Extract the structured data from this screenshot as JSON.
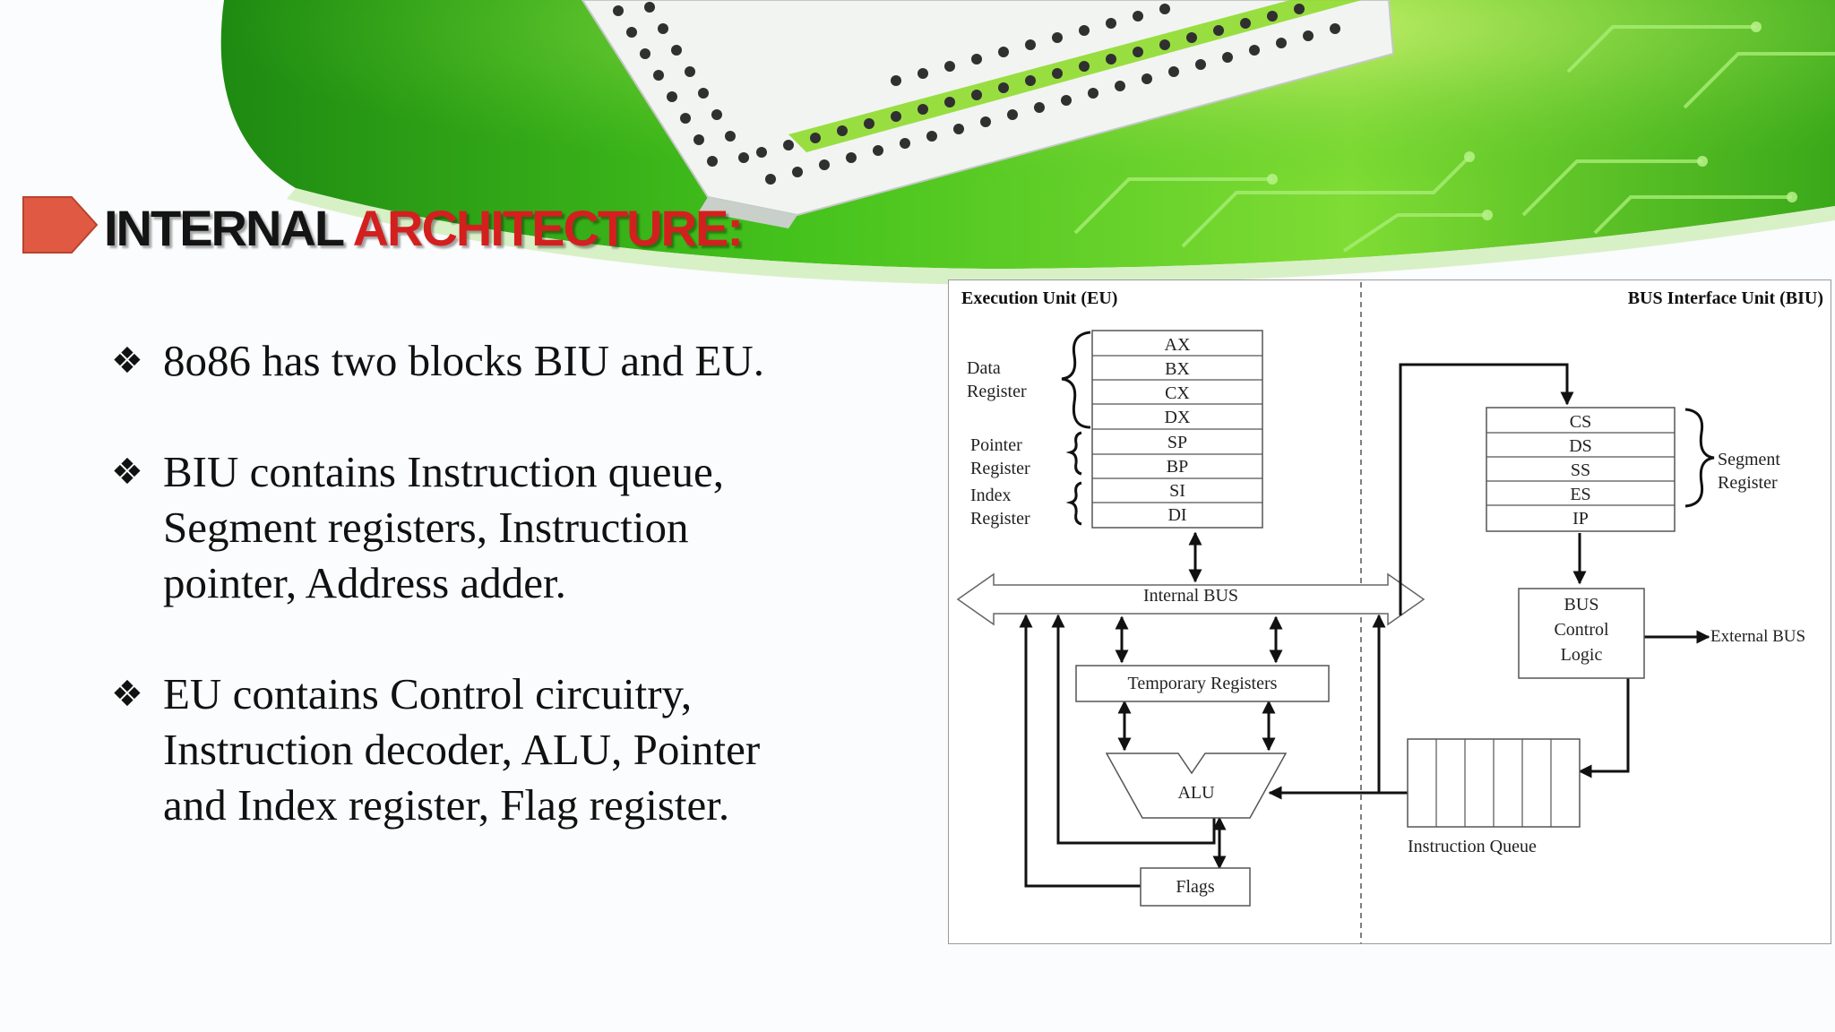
{
  "slide": {
    "title_part1": "INTERNAL",
    "title_part2": "ARCHITECTURE:",
    "bullet_marker": "❖",
    "bullets": [
      "8o86 has two blocks BIU and EU.",
      "BIU contains Instruction queue, Segment registers, Instruction pointer, Address adder.",
      "EU contains Control circuitry, Instruction decoder, ALU, Pointer and Index register, Flag register."
    ]
  },
  "diagram": {
    "eu_title": "Execution Unit (EU)",
    "biu_title": "BUS Interface Unit (BIU)",
    "eu_registers": [
      "AX",
      "BX",
      "CX",
      "DX",
      "SP",
      "BP",
      "SI",
      "DI"
    ],
    "data_register_label": [
      "Data",
      "Register"
    ],
    "pointer_register_label": [
      "Pointer",
      "Register"
    ],
    "index_register_label": [
      "Index",
      "Register"
    ],
    "segment_registers": [
      "CS",
      "DS",
      "SS",
      "ES",
      "IP"
    ],
    "segment_register_label": [
      "Segment",
      "Register"
    ],
    "internal_bus": "Internal BUS",
    "temporary_registers": "Temporary Registers",
    "alu": "ALU",
    "flags": "Flags",
    "bus_control_logic": [
      "BUS",
      "Control",
      "Logic"
    ],
    "external_bus": "External BUS",
    "instruction_queue": "Instruction Queue"
  },
  "colors": {
    "title_black": "#141414",
    "title_red": "#d41f1f",
    "arrow_fill": "#e05a43",
    "banner_green": "#3fbf1f"
  }
}
